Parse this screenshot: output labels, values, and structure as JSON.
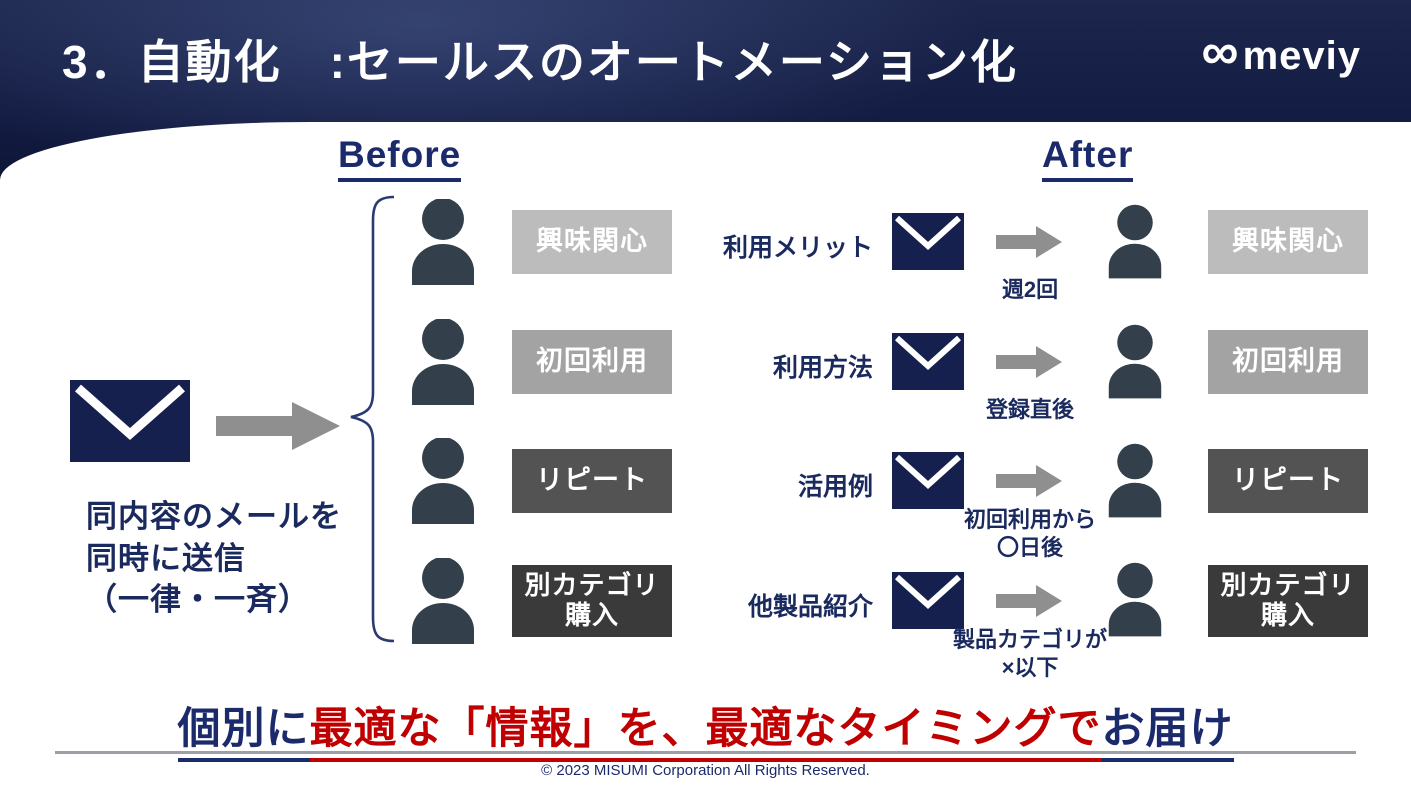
{
  "header": {
    "title": "3．自動化　:セールスのオートメーション化",
    "logo_text": "meviy",
    "logo_symbol": "∞"
  },
  "before": {
    "heading": "Before",
    "caption": "同内容のメールを\n同時に送信\n（一律・一斉）",
    "segments": [
      {
        "label": "興味関心",
        "color": "#bcbcbc"
      },
      {
        "label": "初回利用",
        "color": "#a3a3a3"
      },
      {
        "label": "リピート",
        "color": "#535353"
      },
      {
        "label": "別カテゴリ\n購入",
        "color": "#3a3a3a"
      }
    ]
  },
  "after": {
    "heading": "After",
    "rows": [
      {
        "mail_label": "利用メリット",
        "timing": "週2回",
        "segment": "興味関心",
        "segment_color": "#bcbcbc"
      },
      {
        "mail_label": "利用方法",
        "timing": "登録直後",
        "segment": "初回利用",
        "segment_color": "#a3a3a3"
      },
      {
        "mail_label": "活用例",
        "timing": "初回利用から\n〇日後",
        "segment": "リピート",
        "segment_color": "#535353"
      },
      {
        "mail_label": "他製品紹介",
        "timing": "製品カテゴリが\n×以下",
        "segment": "別カテゴリ\n購入",
        "segment_color": "#3a3a3a"
      }
    ]
  },
  "headline": {
    "part1": "個別に",
    "part2": "最適な「情報」を、最適なタイミングで",
    "part3": "お届け"
  },
  "footer": {
    "copyright": "© 2023 MISUMI  Corporation All Rights Reserved."
  },
  "colors": {
    "header_navy": "#131c42",
    "envelope_navy": "#16204e",
    "text_navy": "#1b2a6b",
    "accent_red": "#c00000",
    "arrow_gray": "#8f8f8f",
    "person_gray": "#333f4a"
  }
}
